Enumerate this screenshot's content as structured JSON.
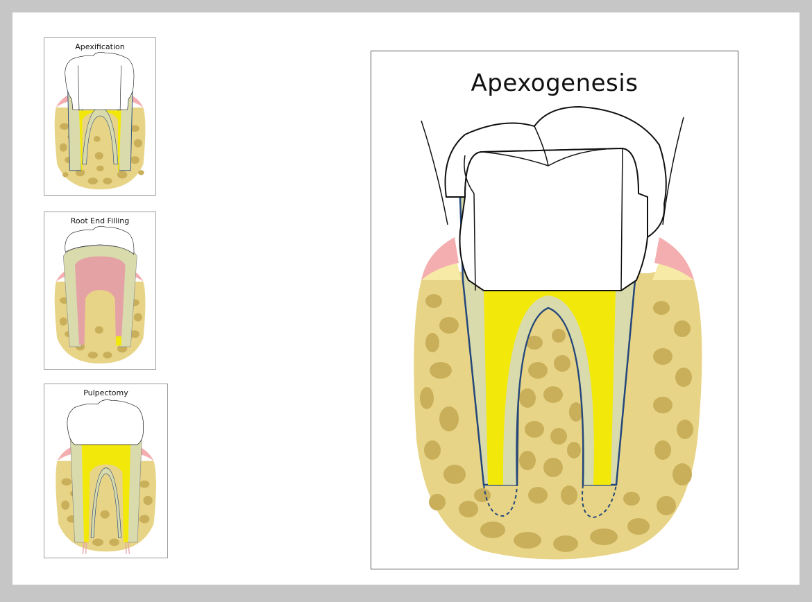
{
  "panels": {
    "apexification": {
      "title": "Apexification"
    },
    "root_end_filling": {
      "title": "Root End Filling"
    },
    "pulpectomy": {
      "title": "Pulpectomy"
    },
    "apexogenesis": {
      "title": "Apexogenesis"
    }
  },
  "colors": {
    "frame": "#c6c6c6",
    "bone": "#e8d487",
    "bone_cell": "#c9af5a",
    "dentin": "#d9dbad",
    "pulp_fill": "#f2e90a",
    "gum": "#f4aeb0",
    "gum_band": "#f7e9a6",
    "root_outline": "#24477a",
    "necrotic_pulp": "#e4a2a5"
  }
}
